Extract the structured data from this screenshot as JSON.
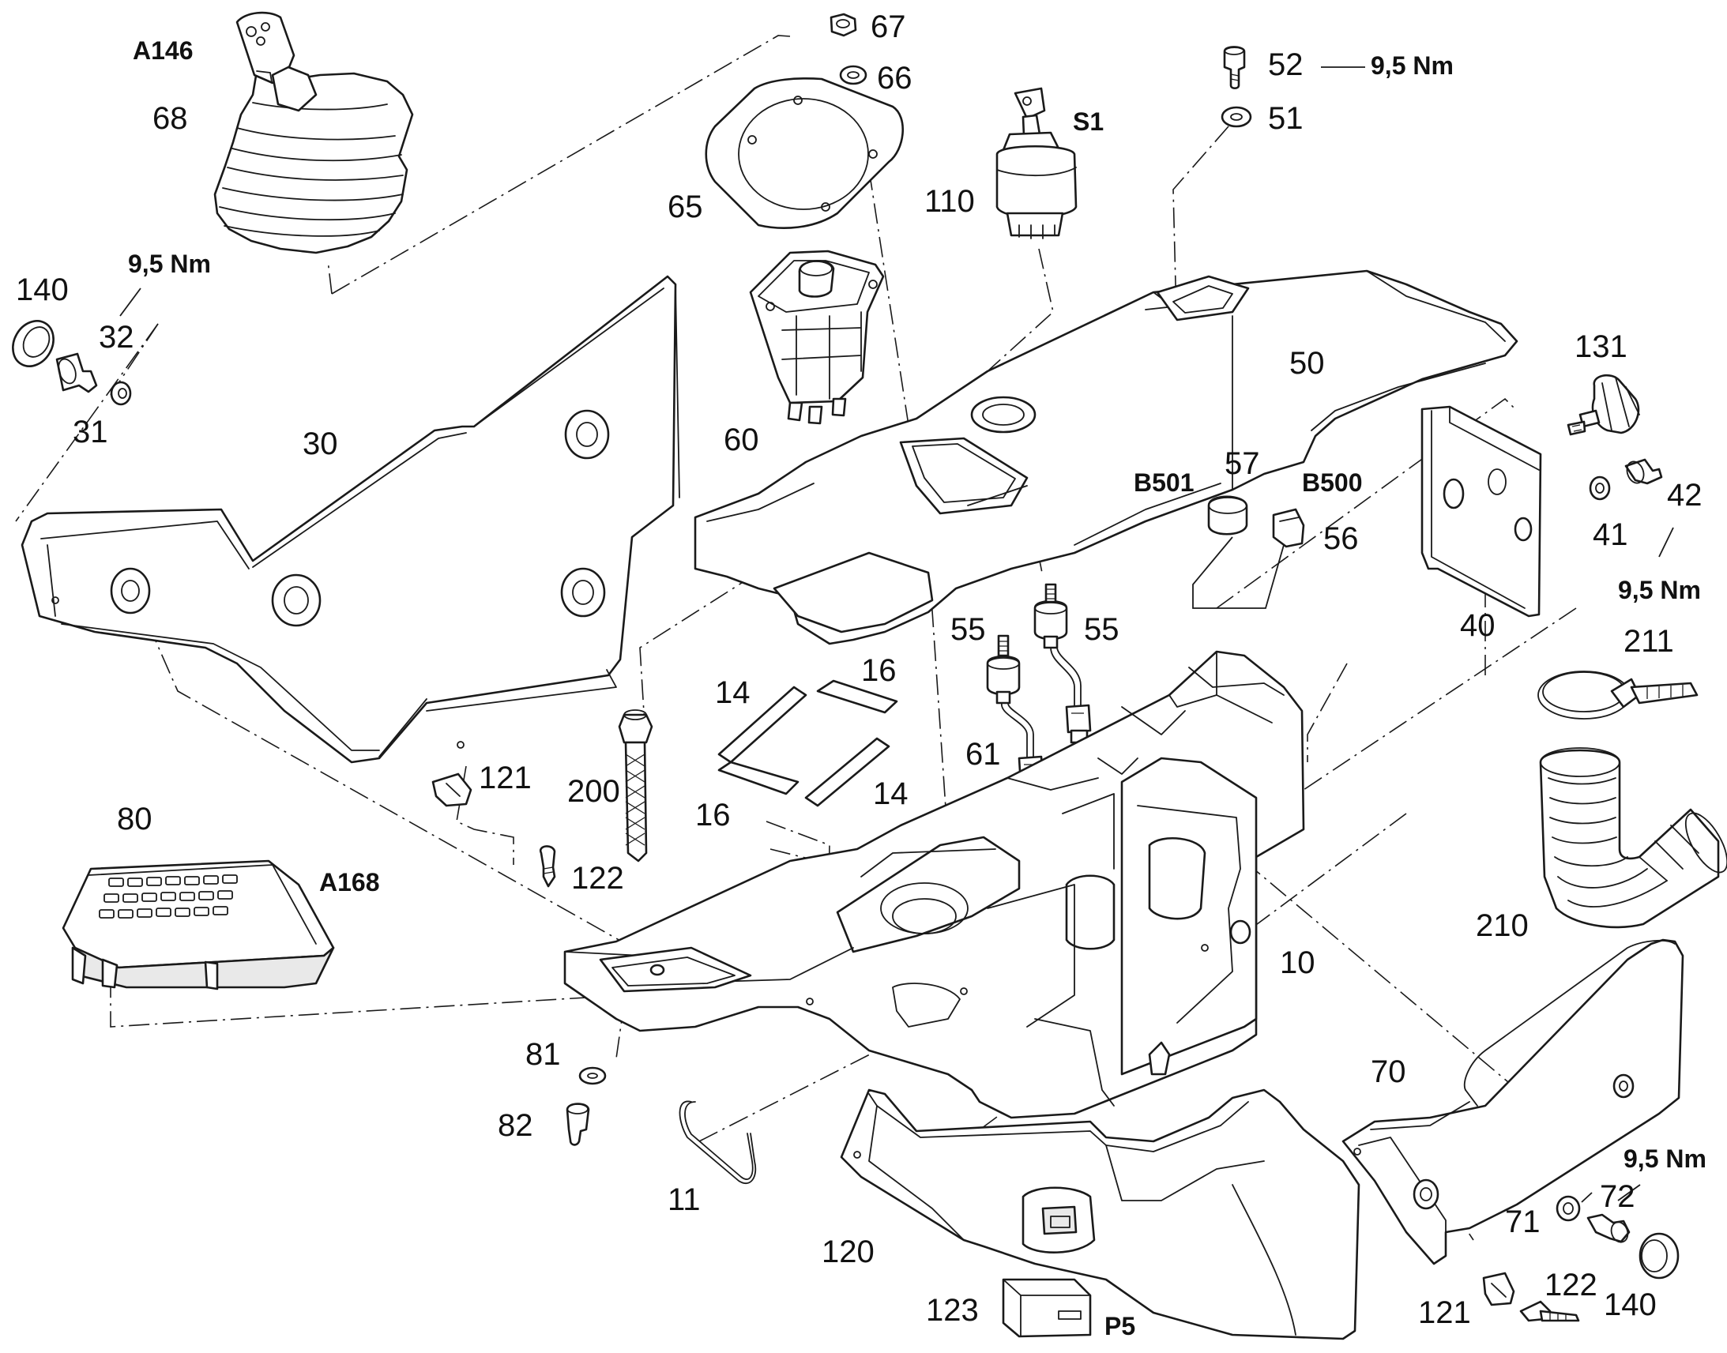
{
  "callouts": {
    "A146": "A146",
    "n68": "68",
    "n67": "67",
    "n66": "66",
    "n65": "65",
    "n52": "52",
    "t52": "9,5 Nm",
    "n51": "51",
    "S1": "S1",
    "n110": "110",
    "t32": "9,5 Nm",
    "n140a": "140",
    "n32": "32",
    "n31": "31",
    "n30": "30",
    "n60": "60",
    "n50": "50",
    "n131": "131",
    "B501": "B501",
    "n57": "57",
    "B500": "B500",
    "n56": "56",
    "n41": "41",
    "n42": "42",
    "t42": "9,5 Nm",
    "n40": "40",
    "n55a": "55",
    "n55b": "55",
    "n211": "211",
    "n16a": "16",
    "n14a": "14",
    "n61": "61",
    "n121a": "121",
    "n200": "200",
    "n16b": "16",
    "n14b": "14",
    "n80": "80",
    "A168": "A168",
    "n122a": "122",
    "n210": "210",
    "n10": "10",
    "n81": "81",
    "n82": "82",
    "n70": "70",
    "t72": "9,5 Nm",
    "n72": "72",
    "n71": "71",
    "n11": "11",
    "n120": "120",
    "n122b": "122",
    "n140b": "140",
    "n123": "123",
    "P5": "P5",
    "n121b": "121"
  }
}
